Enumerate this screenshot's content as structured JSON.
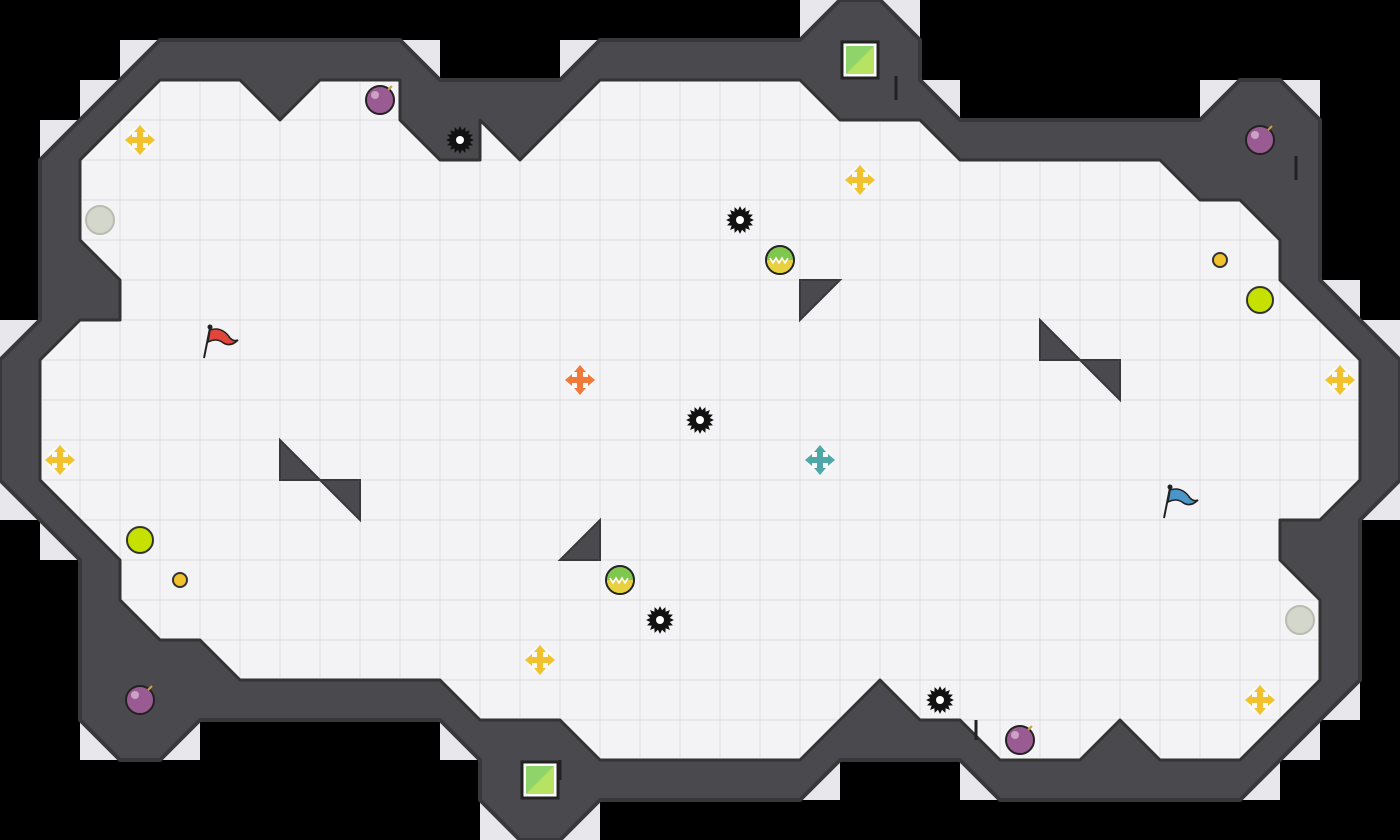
{
  "game": {
    "colors": {
      "background": "#000000",
      "wall": "#4a4a4e",
      "wall_edge": "#38383c",
      "floor": "#f3f3f5",
      "grid": "#dcdce0",
      "outer_bevel": "#e8e8ec",
      "red_team": "#e2463a",
      "blue_team": "#4a96c8",
      "bomb": "#9a5a92",
      "powerup_yellow": "#f2c12e",
      "powerup_orange": "#f07a3a",
      "powerup_teal": "#4fa8a8",
      "boost": "#c6e000",
      "token": "#f2c12e",
      "gate": "#8fd46a"
    },
    "entities": {
      "flags": [
        {
          "team": "red",
          "cell": [
            5,
            8
          ]
        },
        {
          "team": "blue",
          "cell": [
            29,
            12
          ]
        }
      ],
      "bombs": [
        [
          9,
          2
        ],
        [
          31,
          3
        ],
        [
          3,
          17
        ],
        [
          25,
          18
        ]
      ],
      "spikes": [
        [
          11,
          3
        ],
        [
          18,
          5
        ],
        [
          17,
          10
        ],
        [
          16,
          15
        ],
        [
          23,
          17
        ]
      ],
      "powerups": [
        {
          "cell": [
            3,
            3
          ],
          "kind": "yellow"
        },
        {
          "cell": [
            21,
            4
          ],
          "kind": "yellow"
        },
        {
          "cell": [
            33,
            9
          ],
          "kind": "yellow"
        },
        {
          "cell": [
            1,
            11
          ],
          "kind": "yellow"
        },
        {
          "cell": [
            13,
            16
          ],
          "kind": "yellow"
        },
        {
          "cell": [
            31,
            17
          ],
          "kind": "yellow"
        },
        {
          "cell": [
            14,
            9
          ],
          "kind": "orange"
        },
        {
          "cell": [
            20,
            11
          ],
          "kind": "teal"
        }
      ],
      "boosts": [
        [
          31,
          7
        ],
        [
          3,
          13
        ]
      ],
      "tokens": [
        [
          30,
          6
        ],
        [
          4,
          14
        ]
      ],
      "portals_inactive": [
        [
          2,
          5
        ],
        [
          32,
          15
        ]
      ],
      "gates": [
        [
          21,
          1
        ],
        [
          13,
          19
        ]
      ],
      "balls": [
        [
          19,
          6
        ],
        [
          15,
          14
        ]
      ]
    }
  }
}
